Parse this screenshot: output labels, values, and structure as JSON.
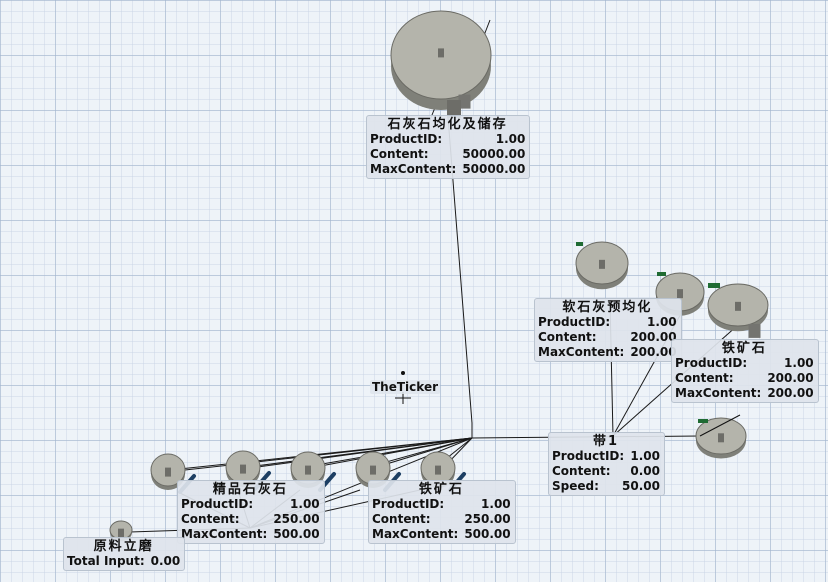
{
  "objects": [
    {
      "name": "limestone-storage",
      "title": "石灰石均化及储存",
      "rows": [
        [
          "ProductID:",
          "1.00"
        ],
        [
          "Content:",
          "50000.00"
        ],
        [
          "MaxContent:",
          "50000.00"
        ]
      ]
    },
    {
      "name": "soft-limestone-prehomog",
      "title": "软石灰预均化",
      "rows": [
        [
          "ProductID:",
          "1.00"
        ],
        [
          "Content:",
          "200.00"
        ],
        [
          "MaxContent:",
          "200.00"
        ]
      ]
    },
    {
      "name": "iron-ore-storage",
      "title": "铁矿石",
      "rows": [
        [
          "ProductID:",
          "1.00"
        ],
        [
          "Content:",
          "200.00"
        ],
        [
          "MaxContent:",
          "200.00"
        ]
      ]
    },
    {
      "name": "conveyor-belt-1",
      "title": "带1",
      "rows": [
        [
          "ProductID:",
          "1.00"
        ],
        [
          "Content:",
          "0.00"
        ],
        [
          "Speed:",
          "50.00"
        ]
      ]
    },
    {
      "name": "fine-limestone",
      "title": "精品石灰石",
      "rows": [
        [
          "ProductID:",
          "1.00"
        ],
        [
          "Content:",
          "250.00"
        ],
        [
          "MaxContent:",
          "500.00"
        ]
      ]
    },
    {
      "name": "iron-ore-bin",
      "title": "铁矿石",
      "rows": [
        [
          "ProductID:",
          "1.00"
        ],
        [
          "Content:",
          "250.00"
        ],
        [
          "MaxContent:",
          "500.00"
        ]
      ]
    },
    {
      "name": "raw-mill",
      "title": "原料立磨",
      "rows": [
        [
          "Total Input:",
          "0.00"
        ]
      ]
    }
  ],
  "ticker": {
    "label": "TheTicker"
  },
  "colors": {
    "tank": "#b4b4ab",
    "tank_dark": "#7f8079",
    "accent": "#1f6b33",
    "blue_rod": "#1d3f63"
  }
}
